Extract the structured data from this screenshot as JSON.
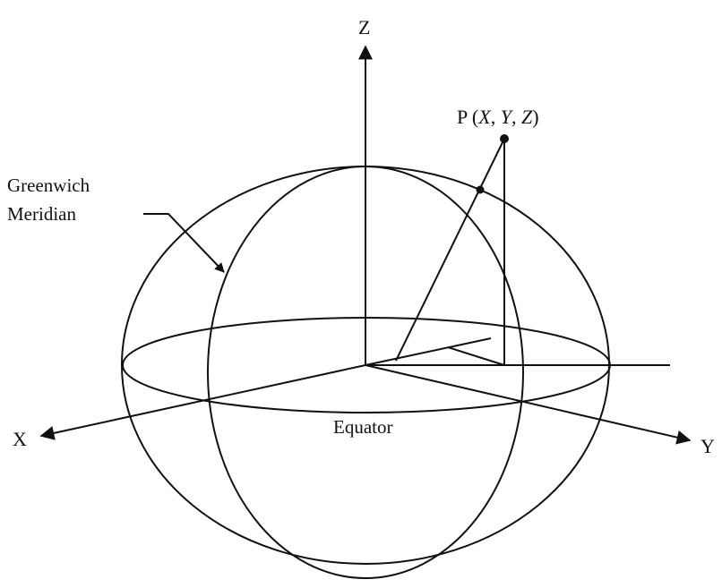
{
  "labels": {
    "z_axis": "Z",
    "x_axis": "X",
    "y_axis": "Y",
    "point_prefix": "P (",
    "point_x": "X",
    "point_sep1": ", ",
    "point_y": "Y",
    "point_sep2": ", ",
    "point_z": "Z",
    "point_suffix": ")",
    "meridian_line1": "Greenwich",
    "meridian_line2": "Meridian",
    "equator": "Equator"
  },
  "colors": {
    "stroke": "#111111",
    "background": "#ffffff"
  }
}
